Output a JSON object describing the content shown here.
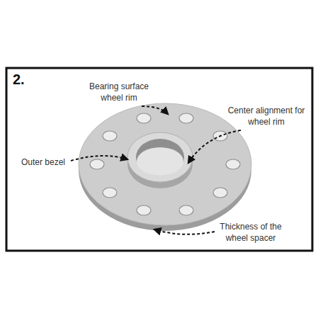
{
  "diagram": {
    "labels": [
      "2.",
      "Bearing surface wheel rim",
      "Center alignment for wheel rim",
      "Outer bezel",
      "Thickness of the wheel spacer"
    ]
  }
}
